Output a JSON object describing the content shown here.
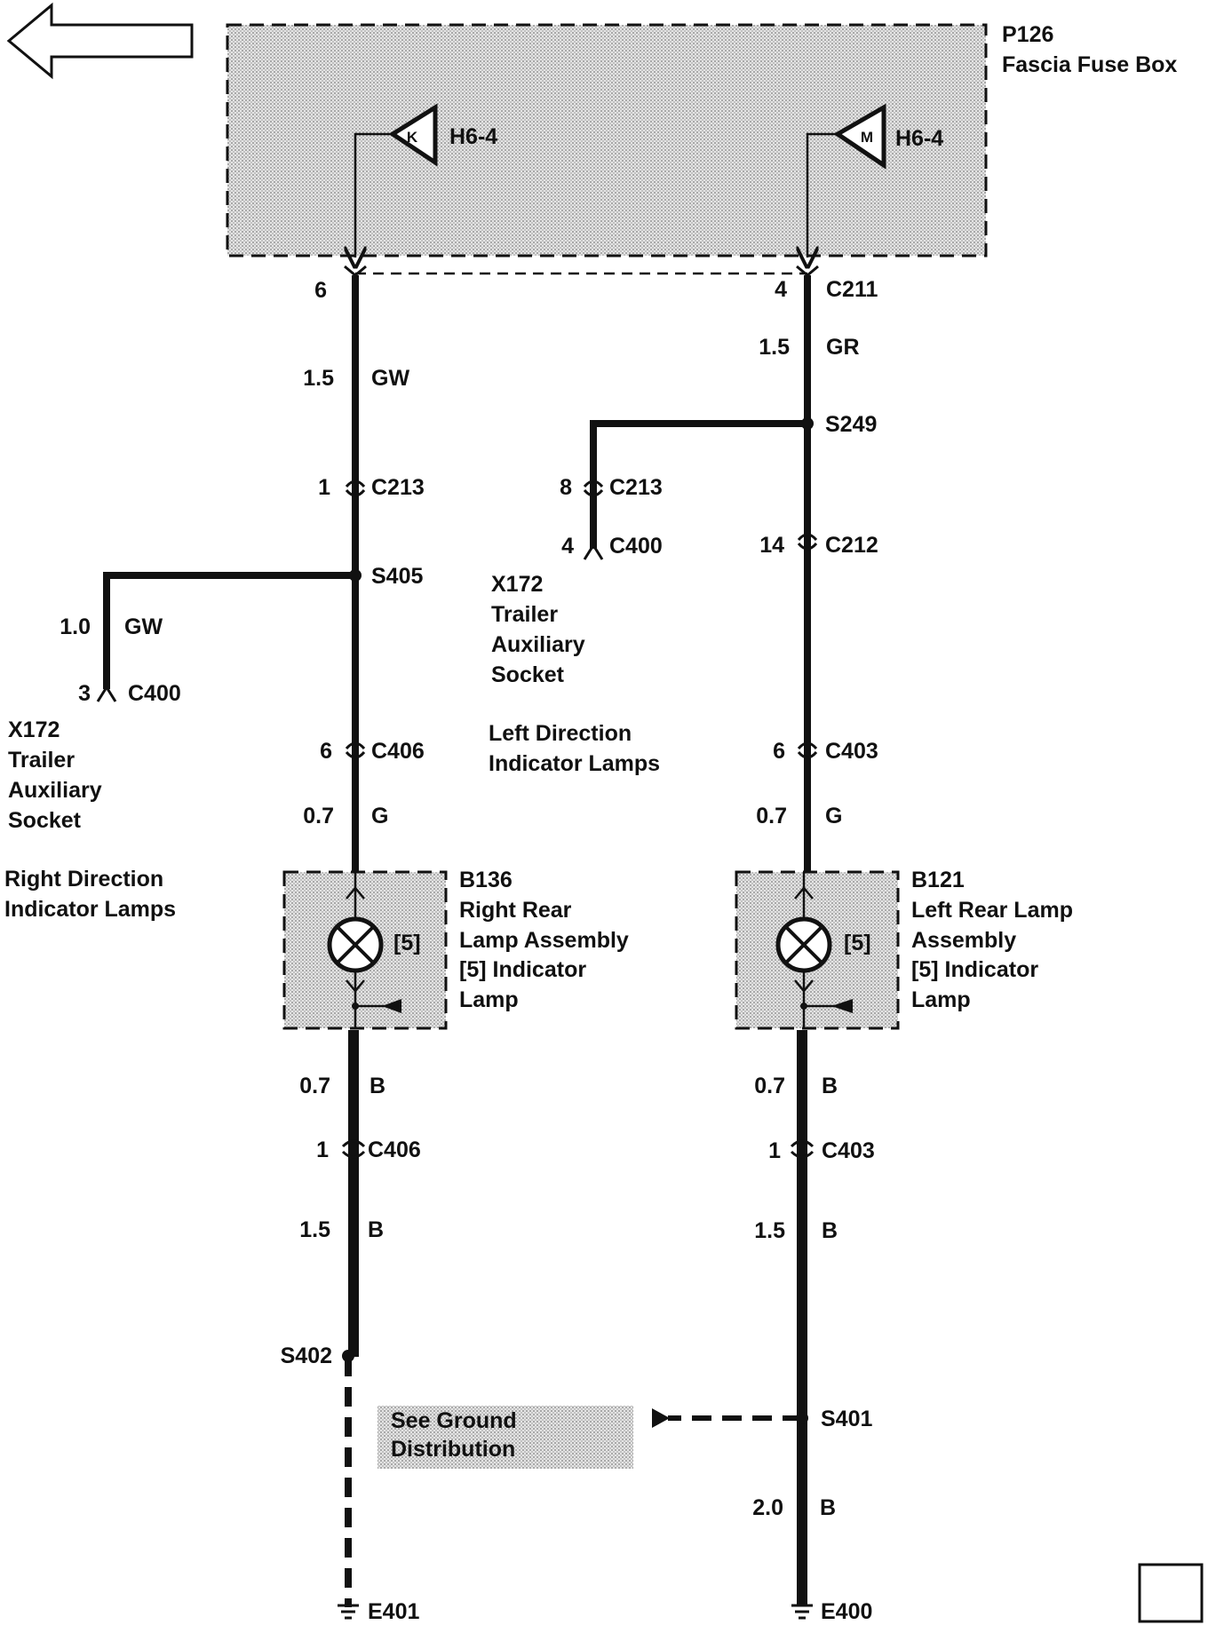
{
  "colors": {
    "line": "#111111",
    "shade": "#d6d6d6",
    "background": "#ffffff"
  },
  "nav": {
    "back_icon": "left-arrow-icon",
    "corner_icon": "empty-square-icon"
  },
  "fuse_box": {
    "id": "P126",
    "name": "Fascia Fuse Box"
  },
  "feeds": {
    "left": {
      "letter": "K",
      "ref": "H6-4"
    },
    "right": {
      "letter": "M",
      "ref": "H6-4"
    }
  },
  "right_circuit": {
    "pin_top": "6",
    "gauge1": "1.5",
    "color1": "GW",
    "c213_pin": "1",
    "c213": "C213",
    "splice": "S405",
    "branch_gauge": "1.0",
    "branch_color": "GW",
    "branch_pin": "3",
    "branch_conn": "C400",
    "socket_id": "X172",
    "socket_l1": "Trailer",
    "socket_l2": "Auxiliary",
    "socket_l3": "Socket",
    "title_l1": "Right Direction",
    "title_l2": "Indicator Lamps",
    "c406_pin": "6",
    "c406": "C406",
    "gauge2": "0.7",
    "color2": "G",
    "lamp_id": "B136",
    "lamp_l1": "Right Rear",
    "lamp_l2": "Lamp Assembly",
    "lamp_l3": "[5]  Indicator",
    "lamp_l4": "Lamp",
    "lamp_tag": "[5]",
    "gauge3": "0.7",
    "color3": "B",
    "c406b_pin": "1",
    "c406b": "C406",
    "gauge4": "1.5",
    "color4": "B",
    "splice2": "S402",
    "ground": "E401"
  },
  "left_circuit": {
    "pin_top": "4",
    "conn_top": "C211",
    "gauge1": "1.5",
    "color1": "GR",
    "splice": "S249",
    "branch_pin1": "8",
    "branch_conn1": "C213",
    "branch_pin2": "4",
    "branch_conn2": "C400",
    "socket_id": "X172",
    "socket_l1": "Trailer",
    "socket_l2": "Auxiliary",
    "socket_l3": "Socket",
    "title_l1": "Left Direction",
    "title_l2": "Indicator Lamps",
    "c212_pin": "14",
    "c212": "C212",
    "c403_pin": "6",
    "c403": "C403",
    "gauge2": "0.7",
    "color2": "G",
    "lamp_id": "B121",
    "lamp_l1": "Left Rear Lamp",
    "lamp_l2": "Assembly",
    "lamp_l3": "[5]  Indicator",
    "lamp_l4": "Lamp",
    "lamp_tag": "[5]",
    "gauge3": "0.7",
    "color3": "B",
    "c403b_pin": "1",
    "c403b": "C403",
    "gauge4": "1.5",
    "color4": "B",
    "splice2": "S401",
    "gauge5": "2.0",
    "color5": "B",
    "ground": "E400"
  },
  "ground_ref": {
    "line1": "See Ground",
    "line2": "Distribution"
  }
}
